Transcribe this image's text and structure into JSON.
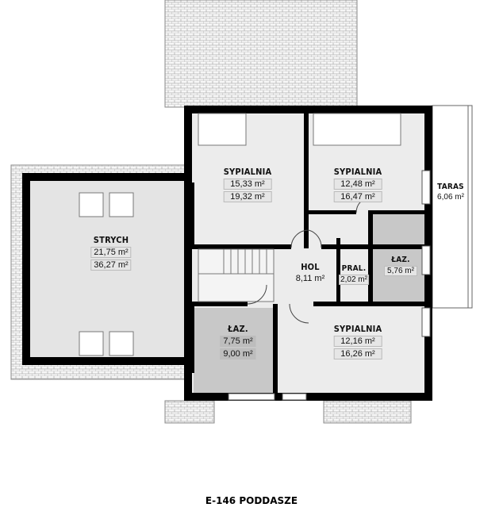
{
  "title": "E-146 PODDASZE",
  "unit": "m²",
  "rooms": {
    "strych": {
      "name": "STRYCH",
      "area": "21,75 m²",
      "area2": "36,27 m²"
    },
    "sypialnia1": {
      "name": "SYPIALNIA",
      "area": "15,33 m²",
      "area2": "19,32 m²"
    },
    "sypialnia2": {
      "name": "SYPIALNIA",
      "area": "12,48 m²",
      "area2": "16,47 m²"
    },
    "taras": {
      "name": "TARAS",
      "area": "6,06 m²"
    },
    "hol": {
      "name": "HOL",
      "area": "8,11 m²"
    },
    "pral": {
      "name": "PRAL.",
      "area": "2,02 m²"
    },
    "laz1": {
      "name": "ŁAZ.",
      "area": "5,76 m²"
    },
    "laz2": {
      "name": "ŁAZ.",
      "area": "7,75 m²",
      "area2": "9,00 m²"
    },
    "sypialnia3": {
      "name": "SYPIALNIA",
      "area": "12,16 m²",
      "area2": "16,26 m²"
    }
  },
  "colors": {
    "wall": "#000000",
    "floor": "#ececec",
    "bathroom": "#c8c8c8",
    "roof": "#f4f4f4"
  }
}
